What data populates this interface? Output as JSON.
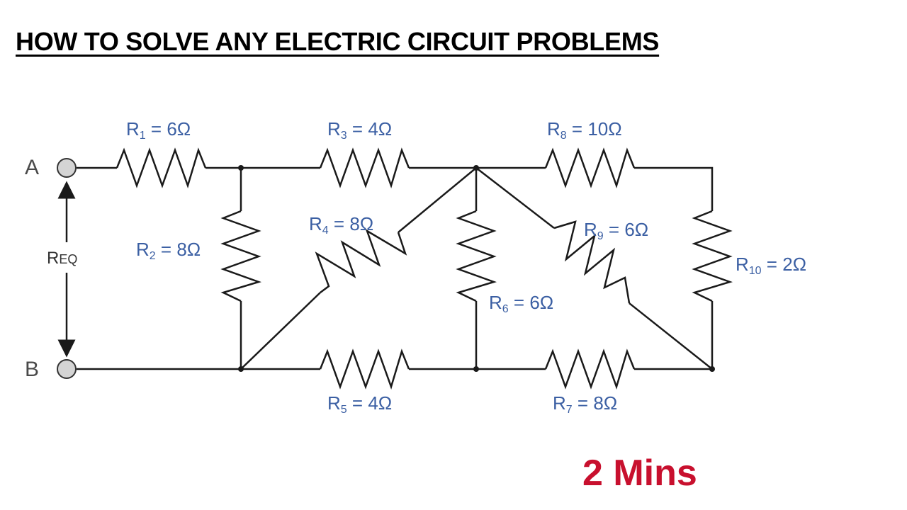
{
  "title": "HOW TO SOLVE ANY ELECTRIC CIRCUIT PROBLEMS",
  "duration_badge": "2 Mins",
  "colors": {
    "label": "#3b5fa3",
    "wire": "#1a1a1a",
    "badge": "#c8102e",
    "terminal": "#d4d4d4"
  },
  "terminals": {
    "a": "A",
    "b": "B",
    "req": {
      "main": "R",
      "sub": "EQ"
    }
  },
  "resistors": [
    {
      "id": "r1",
      "sym": "R",
      "sub": "1",
      "value": " = 6Ω"
    },
    {
      "id": "r2",
      "sym": "R",
      "sub": "2",
      "value": " = 8Ω"
    },
    {
      "id": "r3",
      "sym": "R",
      "sub": "3",
      "value": " = 4Ω"
    },
    {
      "id": "r4",
      "sym": "R",
      "sub": "4",
      "value": " = 8Ω"
    },
    {
      "id": "r5",
      "sym": "R",
      "sub": "5",
      "value": " = 4Ω"
    },
    {
      "id": "r6",
      "sym": "R",
      "sub": "6",
      "value": " = 6Ω"
    },
    {
      "id": "r7",
      "sym": "R",
      "sub": "7",
      "value": " = 8Ω"
    },
    {
      "id": "r8",
      "sym": "R",
      "sub": "8",
      "value": " = 10Ω"
    },
    {
      "id": "r9",
      "sym": "R",
      "sub": "9",
      "value": " = 6Ω"
    },
    {
      "id": "r10",
      "sym": "R",
      "sub": "10",
      "value": " = 2Ω"
    }
  ]
}
